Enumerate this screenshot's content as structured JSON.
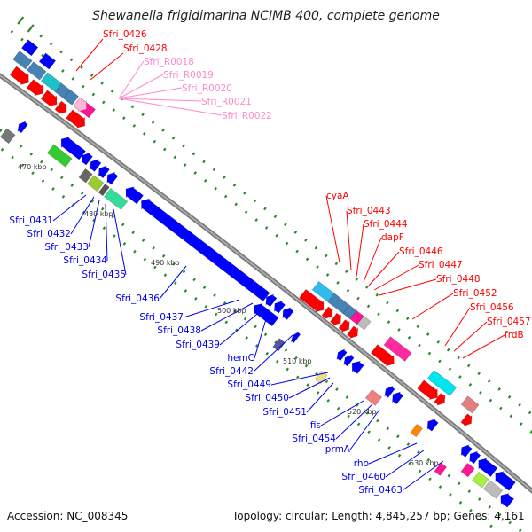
{
  "title": "Shewanella frigidimarina NCIMB 400, complete genome",
  "footer": {
    "accession": "Accession: NC_008345",
    "topology": "Topology: circular; Length: 4,845,257 bp; Genes: 4,161"
  },
  "colors": {
    "forward_label": "#ff0000",
    "reverse_label": "#0000ee",
    "rna_label": "#ff88cc",
    "backbone": "#888888",
    "tick": "#2a8a2a"
  },
  "kbp_ticks": [
    "470 kbp",
    "480 kbp",
    "490 kbp",
    "500 kbp",
    "510 kbp",
    "520 kbp",
    "530 kbp"
  ],
  "labels_top": [
    "Sfri_0426",
    "Sfri_0428"
  ],
  "labels_rna": [
    "Sfri_R0018",
    "Sfri_R0019",
    "Sfri_R0020",
    "Sfri_R0021",
    "Sfri_R0022"
  ],
  "labels_right": [
    "cyaA",
    "Sfri_0443",
    "Sfri_0444",
    "dapF",
    "Sfri_0446",
    "Sfri_0447",
    "Sfri_0448",
    "Sfri_0452",
    "Sfri_0456",
    "Sfri_0457",
    "frdB"
  ],
  "labels_left": [
    "Sfri_0431",
    "Sfri_0432",
    "Sfri_0433",
    "Sfri_0434",
    "Sfri_0435",
    "Sfri_0436",
    "Sfri_0437",
    "Sfri_0438",
    "Sfri_0439",
    "hemC",
    "Sfri_0442",
    "Sfri_0449",
    "Sfri_0450",
    "Sfri_0451",
    "fis",
    "Sfri_0454",
    "prmA",
    "rho",
    "Sfri_0460",
    "Sfri_0463"
  ]
}
